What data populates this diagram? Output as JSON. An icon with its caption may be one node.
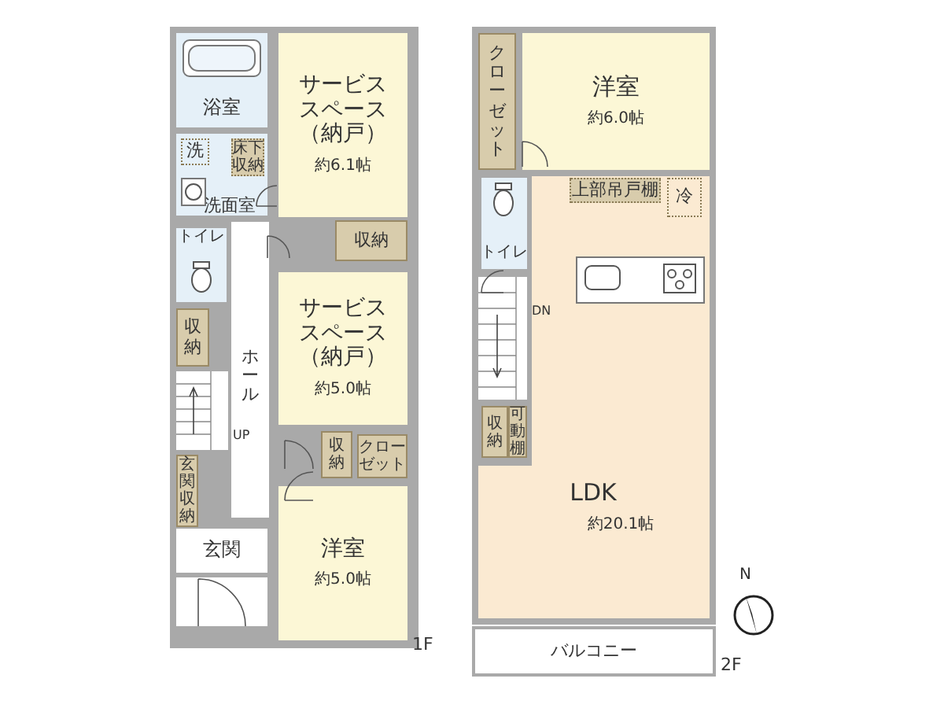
{
  "diagram": {
    "nodes": [
      {
        "text": [
          "1F"
        ]
      },
      {
        "text": [
          "浴室"
        ],
        "in": 0
      },
      {
        "text": [
          "洗面室"
        ],
        "in": 0
      },
      {
        "text": [
          "洗"
        ],
        "in": 2
      },
      {
        "text": [
          "床下収納"
        ],
        "in": 2
      },
      {
        "text": [
          "サービススペース（納戸）",
          "約6.1帖"
        ],
        "in": 0
      },
      {
        "text": [
          "収納"
        ],
        "in": 0
      },
      {
        "text": [
          "トイレ"
        ],
        "in": 0
      },
      {
        "text": [
          "収納"
        ],
        "in": 0
      },
      {
        "text": [
          "ホール"
        ],
        "in": 0
      },
      {
        "text": [
          "サービススペース（納戸）",
          "約5.0帖"
        ],
        "in": 0
      },
      {
        "text": [
          "収納"
        ],
        "in": 0
      },
      {
        "text": [
          "クローゼット"
        ],
        "in": 0
      },
      {
        "text": [
          "玄関収納"
        ],
        "in": 0
      },
      {
        "text": [
          "玄関"
        ],
        "in": 0
      },
      {
        "text": [
          "洋室",
          "約5.0帖"
        ],
        "in": 0
      },
      {
        "text": [
          "2F"
        ]
      },
      {
        "text": [
          "クローゼット"
        ],
        "in": 16
      },
      {
        "text": [
          "洋室",
          "約6.0帖"
        ],
        "in": 16
      },
      {
        "text": [
          "トイレ"
        ],
        "in": 16
      },
      {
        "text": [
          "LDK",
          "約20.1帖"
        ],
        "in": 16
      },
      {
        "text": [
          "上部吊戸棚"
        ],
        "in": 20
      },
      {
        "text": [
          "冷"
        ],
        "in": 20
      },
      {
        "text": [
          "収納"
        ],
        "in": 16
      },
      {
        "text": [
          "可動棚"
        ],
        "in": 16
      },
      {
        "text": [
          "バルコニー"
        ]
      }
    ],
    "labels": [
      "UP",
      "DN",
      "N"
    ]
  }
}
